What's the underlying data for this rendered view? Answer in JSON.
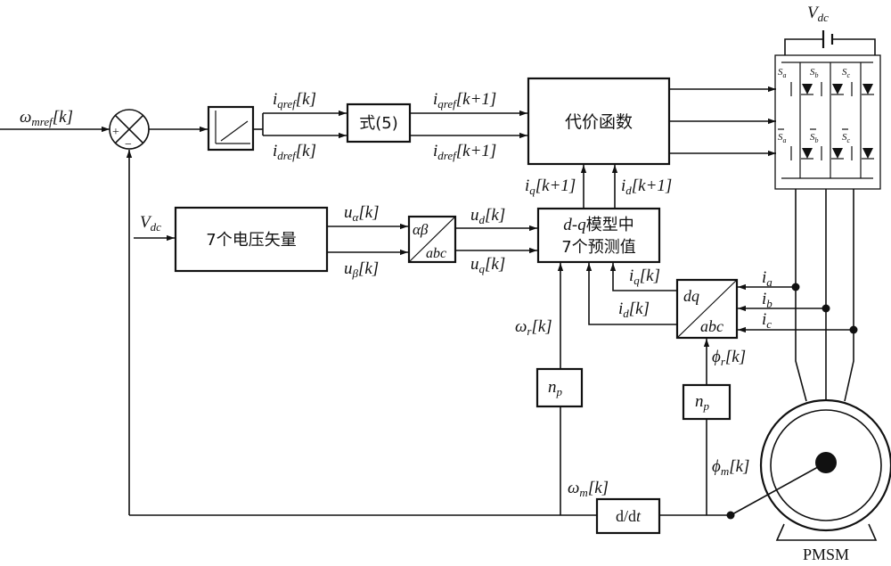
{
  "inputs": {
    "omega_mref": "ω",
    "omega_mref_sub": "mref",
    "omega_mref_idx": "[k]",
    "vdc_in": "V",
    "vdc_in_sub": "dc"
  },
  "summing_junction": {
    "plus": "+",
    "minus": "−"
  },
  "signals": {
    "iqref_k": {
      "base": "i",
      "sub": "qref",
      "idx": "[k]"
    },
    "idref_k": {
      "base": "i",
      "sub": "dref",
      "idx": "[k]"
    },
    "iqref_k1": {
      "base": "i",
      "sub": "qref",
      "idx": "[k+1]"
    },
    "idref_k1": {
      "base": "i",
      "sub": "dref",
      "idx": "[k+1]"
    },
    "iq_k1": {
      "base": "i",
      "sub": "q",
      "idx": "[k+1]"
    },
    "id_k1": {
      "base": "i",
      "sub": "d",
      "idx": "[k+1]"
    },
    "ualpha_k": {
      "base": "u",
      "sub": "α",
      "idx": "[k]"
    },
    "ubeta_k": {
      "base": "u",
      "sub": "β",
      "idx": "[k]"
    },
    "ud_k": {
      "base": "u",
      "sub": "d",
      "idx": "[k]"
    },
    "uq_k": {
      "base": "u",
      "sub": "q",
      "idx": "[k]"
    },
    "iq_k": {
      "base": "i",
      "sub": "q",
      "idx": "[k]"
    },
    "id_k": {
      "base": "i",
      "sub": "d",
      "idx": "[k]"
    },
    "omega_r_k": {
      "base": "ω",
      "sub": "r",
      "idx": "[k]"
    },
    "phi_r_k": {
      "base": "ϕ",
      "sub": "r",
      "idx": "[k]"
    },
    "omega_m_k": {
      "base": "ω",
      "sub": "m",
      "idx": "[k]"
    },
    "phi_m_k": {
      "base": "ϕ",
      "sub": "m",
      "idx": "[k]"
    },
    "ia": {
      "base": "i",
      "sub": "a"
    },
    "ib": {
      "base": "i",
      "sub": "b"
    },
    "ic": {
      "base": "i",
      "sub": "c"
    }
  },
  "blocks": {
    "eq5": "式(5)",
    "cost_function": "代价函数",
    "voltage_vectors": "7个电压矢量",
    "predict_line1_a": "d",
    "predict_line1_b": "-",
    "predict_line1_c": "q",
    "predict_line1_d": "模型中",
    "predict_line2": "7个预测值",
    "ab_top": "αβ",
    "ab_bottom": "abc",
    "dq_top": "dq",
    "dq_bottom": "abc",
    "np_left": {
      "base": "n",
      "sub": "p"
    },
    "np_right": {
      "base": "n",
      "sub": "p"
    },
    "ddt": {
      "a": "d/d",
      "b": "t"
    }
  },
  "inverter": {
    "vdc": {
      "base": "V",
      "sub": "dc"
    },
    "switches_top": [
      {
        "base": "S",
        "sub": "a"
      },
      {
        "base": "S",
        "sub": "b"
      },
      {
        "base": "S",
        "sub": "c"
      }
    ],
    "switches_bottom": [
      {
        "base": "S",
        "sub": "a"
      },
      {
        "base": "S",
        "sub": "b"
      },
      {
        "base": "S",
        "sub": "c"
      }
    ]
  },
  "motor": {
    "label": "PMSM"
  }
}
